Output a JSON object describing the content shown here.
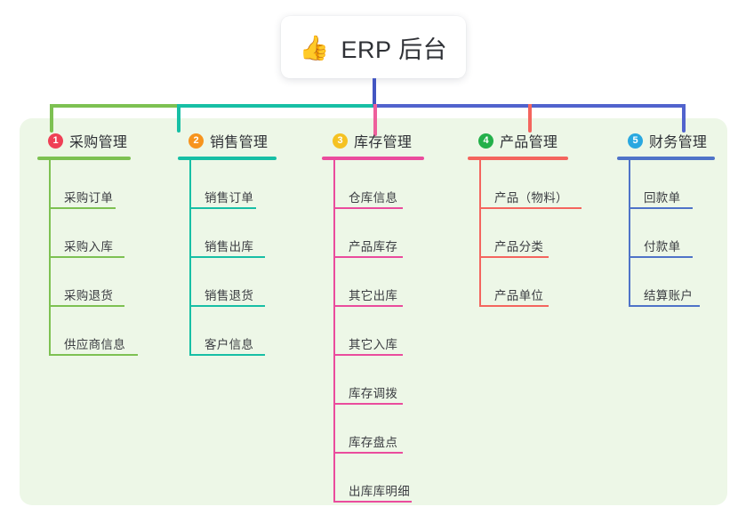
{
  "root": {
    "icon": "thumbs-up-icon",
    "icon_glyph": "👍",
    "title": "ERP 后台"
  },
  "palette": {
    "canvas_bg": "#ffffff",
    "panel_bg": "#edf7e7",
    "stem_blue": "#4356c2",
    "text": "#2f3136"
  },
  "columns": [
    {
      "index": "1",
      "title": "采购管理",
      "badge_color": "#ef4056",
      "line_color": "#7dc152",
      "rule_width": 105,
      "items": [
        {
          "label": "采购订单",
          "width": 75
        },
        {
          "label": "采购入库",
          "width": 85
        },
        {
          "label": "采购退货",
          "width": 85
        },
        {
          "label": "供应商信息",
          "width": 100
        }
      ]
    },
    {
      "index": "2",
      "title": "销售管理",
      "badge_color": "#f7941d",
      "line_color": "#17bfa5",
      "rule_width": 111,
      "items": [
        {
          "label": "销售订单",
          "width": 75
        },
        {
          "label": "销售出库",
          "width": 85
        },
        {
          "label": "销售退货",
          "width": 85
        },
        {
          "label": "客户信息",
          "width": 85
        }
      ]
    },
    {
      "index": "3",
      "title": "库存管理",
      "badge_color": "#f5c222",
      "line_color": "#ea4c9d",
      "rule_width": 115,
      "items": [
        {
          "label": "仓库信息",
          "width": 78
        },
        {
          "label": "产品库存",
          "width": 78
        },
        {
          "label": "其它出库",
          "width": 78
        },
        {
          "label": "其它入库",
          "width": 78
        },
        {
          "label": "库存调拨",
          "width": 78
        },
        {
          "label": "库存盘点",
          "width": 78
        },
        {
          "label": "出库库明细",
          "width": 88
        }
      ]
    },
    {
      "index": "4",
      "title": "产品管理",
      "badge_color": "#23b04a",
      "line_color": "#f4655e",
      "rule_width": 113,
      "items": [
        {
          "label": "产品（物料）",
          "width": 115
        },
        {
          "label": "产品分类",
          "width": 78
        },
        {
          "label": "产品单位",
          "width": 78
        }
      ]
    },
    {
      "index": "5",
      "title": "财务管理",
      "badge_color": "#29a8e0",
      "line_color": "#4f73c8",
      "rule_width": 110,
      "items": [
        {
          "label": "回款单",
          "width": 72
        },
        {
          "label": "付款单",
          "width": 72
        },
        {
          "label": "结算账户",
          "width": 80
        }
      ]
    }
  ]
}
